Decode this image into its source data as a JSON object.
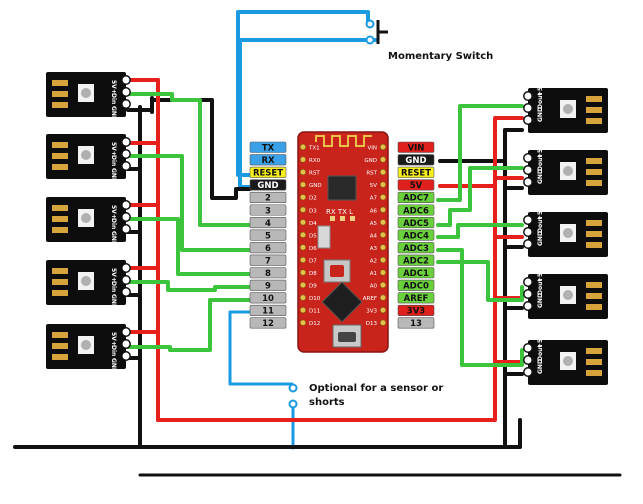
{
  "labels": {
    "switch": "Momentary Switch",
    "sensor_line1": "Optional for a sensor or",
    "sensor_line2": "shorts"
  },
  "pins": {
    "left": [
      "TX",
      "RX",
      "RESET",
      "GND",
      "2",
      "3",
      "4",
      "5",
      "6",
      "7",
      "8",
      "9",
      "10",
      "11",
      "12"
    ],
    "right": [
      "VIN",
      "GND",
      "RESET",
      "5V",
      "ADC7",
      "ADC6",
      "ADC5",
      "ADC4",
      "ADC3",
      "ADC2",
      "ADC1",
      "ADC0",
      "AREF",
      "3V3",
      "13"
    ]
  },
  "board": {
    "top_pins": [
      "TX1",
      "RX0",
      "RST",
      "GND",
      "D2",
      "D3",
      "D4",
      "D5",
      "D6",
      "D7",
      "D8",
      "D9",
      "D10",
      "D11",
      "D12"
    ],
    "right_pins": [
      "VIN",
      "GND",
      "RST",
      "5V",
      "A7",
      "A6",
      "A5",
      "A4",
      "A3",
      "A2",
      "A1",
      "A0",
      "AREF",
      "3V3",
      "D13"
    ],
    "rx_tx": "RX  TX  L"
  },
  "led": {
    "left_pins": [
      "5V+",
      "Din",
      "GND"
    ],
    "right_pins": [
      "+5V",
      "Dout",
      "GND"
    ]
  },
  "colors": {
    "blue": "#1a9ae0",
    "red": "#e8201c",
    "green": "#3cc43c",
    "black": "#111111",
    "board": "#c8241c",
    "tx_rx_tag": "#3aa0e8",
    "reset_tag": "#f7ef1c",
    "gnd_tag": "#1a1a1a",
    "digital_tag": "#b8b8b8",
    "vin_tag": "#e0201c",
    "adc_tag": "#6ad03c",
    "aref_tag": "#6ad03c"
  }
}
